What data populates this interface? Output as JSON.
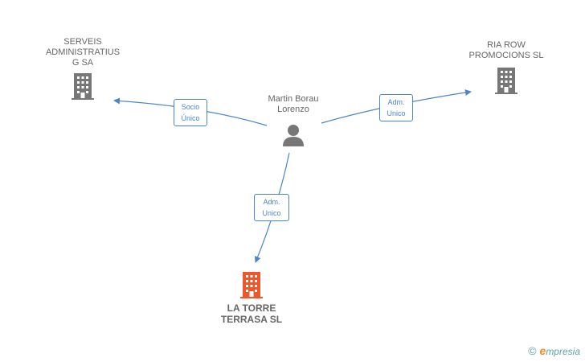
{
  "nodes": {
    "serveis": {
      "label": "SERVEIS\nADMINISTRATIUS\nG SA"
    },
    "ria_row": {
      "label": "RIA ROW\nPROMOCIONS SL"
    },
    "martin": {
      "label": "Martin Borau\nLorenzo"
    },
    "la_torre": {
      "label": "LA TORRE\nTERRASA SL"
    }
  },
  "edges": {
    "socio": {
      "label": "Socio\nÚnico"
    },
    "adm_ria": {
      "label": "Adm.\nUnico"
    },
    "adm_torre": {
      "label": "Adm.\nUnico"
    }
  },
  "brand": {
    "copyright": "©",
    "e": "e",
    "rest": "mpresia"
  },
  "colors": {
    "edge": "#4a86c8",
    "building_gray": "#777777",
    "building_main": "#f0562a",
    "person": "#777777"
  }
}
